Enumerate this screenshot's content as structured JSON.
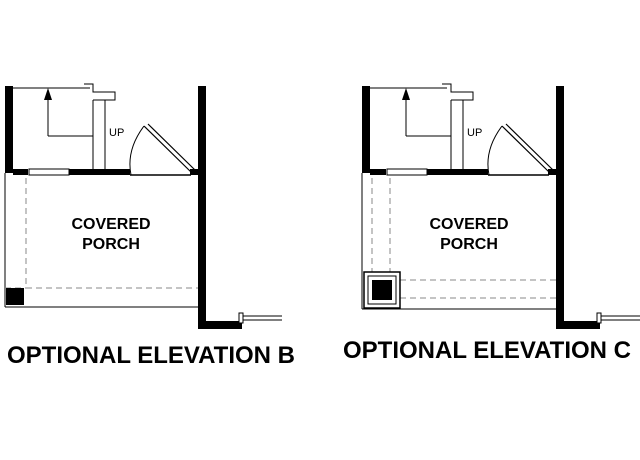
{
  "plans": [
    {
      "room_line1": "COVERED",
      "room_line2": "PORCH",
      "stair_label": "UP",
      "caption": "OPTIONAL ELEVATION B"
    },
    {
      "room_line1": "COVERED",
      "room_line2": "PORCH",
      "stair_label": "UP",
      "caption": "OPTIONAL ELEVATION C"
    }
  ]
}
